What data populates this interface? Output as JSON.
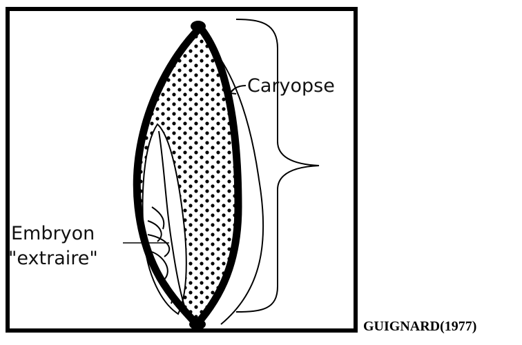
{
  "labels": {
    "caryopse": "Caryopse",
    "embryon_line1": "Embryon",
    "embryon_line2": "\"extraire\""
  },
  "credit": "GUIGNARD(1977)",
  "colors": {
    "ink": "#000000",
    "background": "#ffffff"
  }
}
